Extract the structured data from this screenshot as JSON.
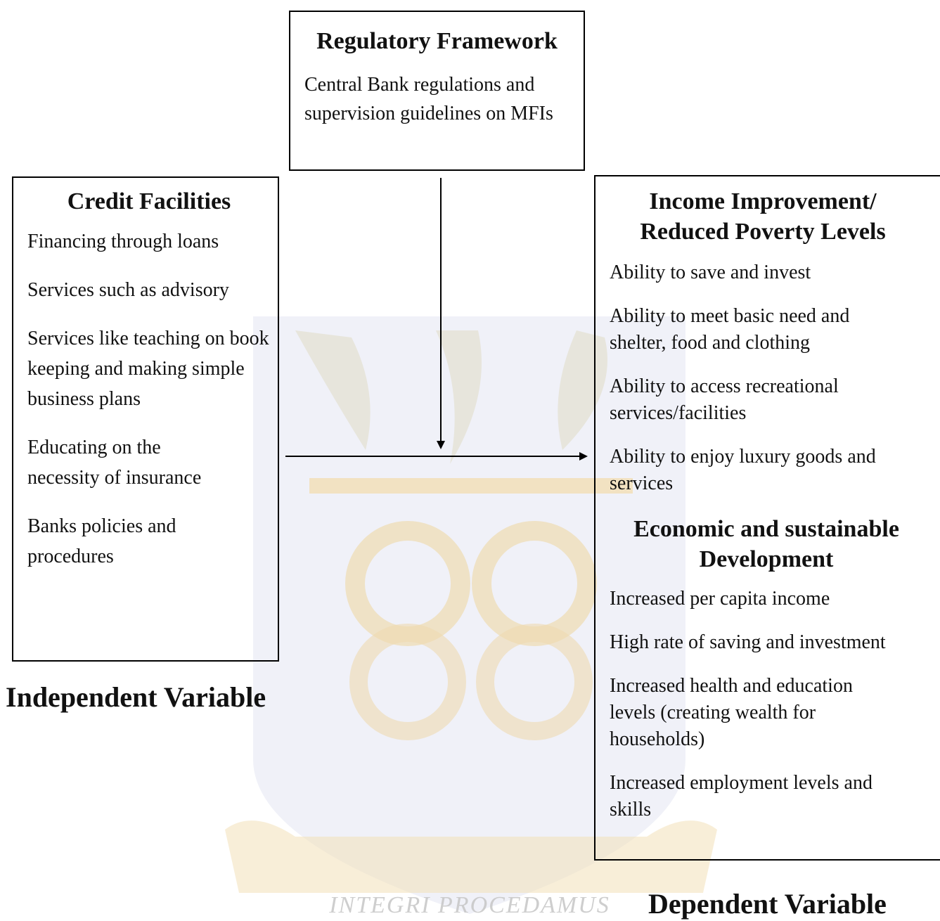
{
  "regulatory": {
    "title": "Regulatory Framework",
    "text": "Central Bank regulations and supervision guidelines on MFIs"
  },
  "credit": {
    "title": "Credit Facilities",
    "items": [
      "Financing through loans",
      "Services such as advisory",
      "Services like teaching on book keeping and making simple business plans",
      "Educating on the necessity of insurance",
      "Banks policies and procedures"
    ]
  },
  "outcome": {
    "title1": "Income Improvement/ Reduced Poverty Levels",
    "items1": [
      "Ability to save and invest",
      "Ability to meet basic need and shelter, food and clothing",
      "Ability to access recreational services/facilities",
      "Ability to enjoy luxury goods and services"
    ],
    "title2": "Economic and sustainable Development",
    "items2": [
      "Increased per capita income",
      "High rate of saving and investment",
      "Increased health and education levels (creating wealth for households)",
      "Increased employment levels and skills"
    ]
  },
  "labels": {
    "independent": "Independent Variable",
    "dependent": "Dependent Variable"
  },
  "watermark": {
    "motto": "INTEGRI PROCEDAMUS"
  },
  "colors": {
    "watermark_blue": "#d9dcef",
    "watermark_gold": "#f1dcb0"
  }
}
